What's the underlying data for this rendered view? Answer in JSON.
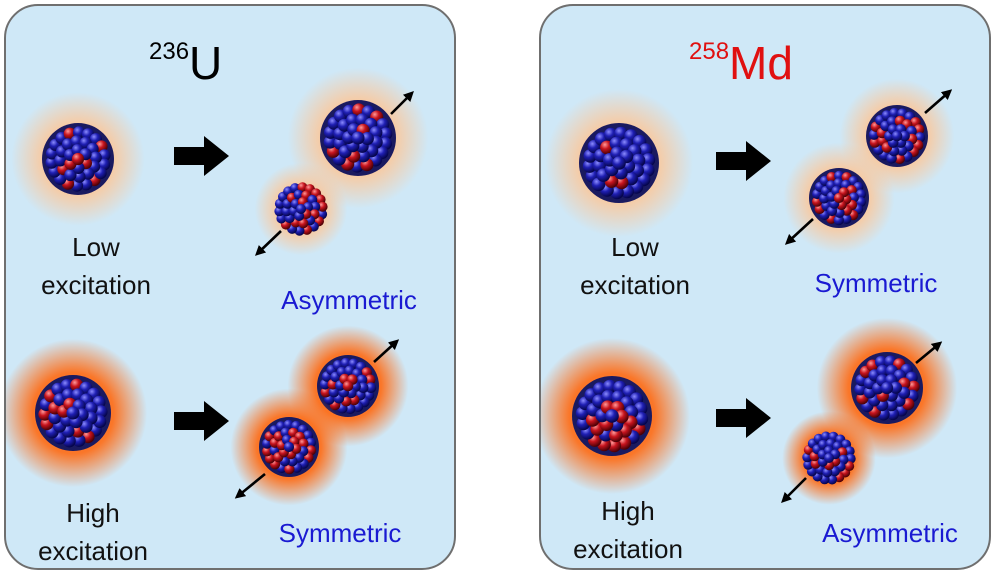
{
  "colors": {
    "panel_bg": "#cfe8f7",
    "panel_border": "#6f6f6f",
    "label_text": "#111111",
    "outcome_text": "#1a1ad2",
    "md_title": "#e01010",
    "u_title": "#000000",
    "proton": "#c8141e",
    "neutron": "#1f1fb4",
    "glow_low": "#fbc79a",
    "glow_high": "#ff6a12",
    "arrow": "#000000"
  },
  "panels": [
    {
      "title_mass": "236",
      "title_symbol": "U",
      "low_label": [
        "Low",
        "excitation"
      ],
      "low_outcome": "Asymmetric",
      "high_label": [
        "High",
        "excitation"
      ],
      "high_outcome": "Symmetric"
    },
    {
      "title_mass": "258",
      "title_symbol": "Md",
      "low_label": [
        "Low",
        "excitation"
      ],
      "low_outcome": "Symmetric",
      "high_label": [
        "High",
        "excitation"
      ],
      "high_outcome": "Asymmetric"
    }
  ]
}
